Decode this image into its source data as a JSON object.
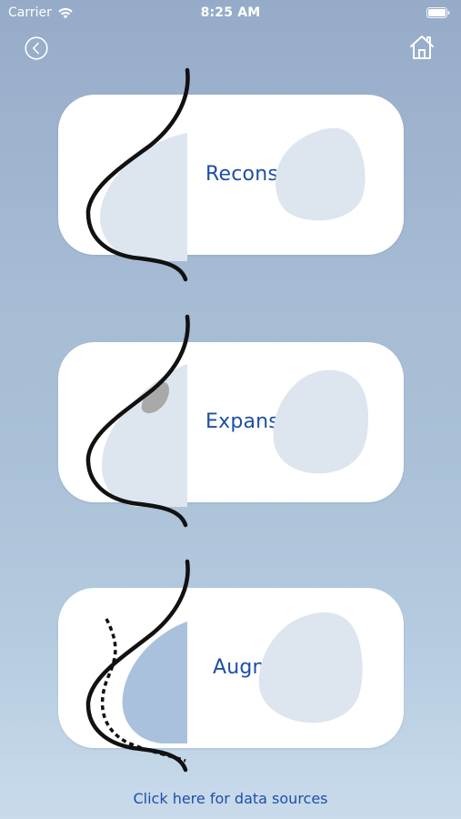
{
  "status_bar": {
    "carrier": "Carrier",
    "time": "8:25 AM",
    "wifi_icon": "wifi-icon",
    "battery_icon": "battery-icon"
  },
  "nav": {
    "back_icon": "chevron-left-circle-icon",
    "home_icon": "home-icon"
  },
  "cards": [
    {
      "label": "Reconstruction"
    },
    {
      "label": "Expansion"
    },
    {
      "label": "Augmentation"
    }
  ],
  "footer": {
    "link_text": "Click here for data sources"
  },
  "colors": {
    "accent": "#1e4fa6",
    "card_bg": "#ffffff",
    "shape_light": "#dde5ef",
    "shape_augment": "#a9c1dc",
    "expander_spot": "#a9a9a9"
  }
}
